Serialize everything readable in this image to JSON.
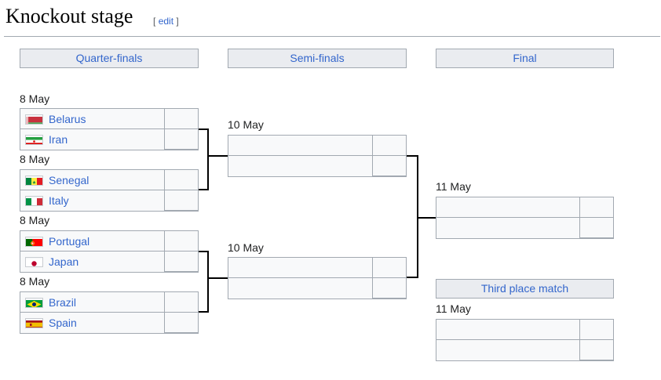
{
  "page": {
    "title": "Knockout stage",
    "edit_open": "[",
    "edit_label": "edit",
    "edit_close": "]"
  },
  "headers": {
    "quarterfinals": "Quarter-finals",
    "semifinals": "Semi-finals",
    "final": "Final",
    "third_place": "Third place match"
  },
  "quarterfinals": [
    {
      "date": "8 May",
      "team1": "Belarus",
      "flag1": "belarus-flag",
      "team2": "Iran",
      "flag2": "iran-flag",
      "score1": "",
      "score2": ""
    },
    {
      "date": "8 May",
      "team1": "Senegal",
      "flag1": "senegal-flag",
      "team2": "Italy",
      "flag2": "italy-flag",
      "score1": "",
      "score2": ""
    },
    {
      "date": "8 May",
      "team1": "Portugal",
      "flag1": "portugal-flag",
      "team2": "Japan",
      "flag2": "japan-flag",
      "score1": "",
      "score2": ""
    },
    {
      "date": "8 May",
      "team1": "Brazil",
      "flag1": "brazil-flag",
      "team2": "Spain",
      "flag2": "spain-flag",
      "score1": "",
      "score2": ""
    }
  ],
  "semifinals": [
    {
      "date": "10 May",
      "team1": "",
      "team2": "",
      "score1": "",
      "score2": ""
    },
    {
      "date": "10 May",
      "team1": "",
      "team2": "",
      "score1": "",
      "score2": ""
    }
  ],
  "final": {
    "date": "11 May",
    "team1": "",
    "team2": "",
    "score1": "",
    "score2": ""
  },
  "third_place": {
    "date": "11 May",
    "team1": "",
    "team2": "",
    "score1": "",
    "score2": ""
  },
  "colors": {
    "link": "#3366cc",
    "header_bg": "#eaecf0",
    "border": "#a2a9b1",
    "cell_bg": "#f8f9fa"
  }
}
